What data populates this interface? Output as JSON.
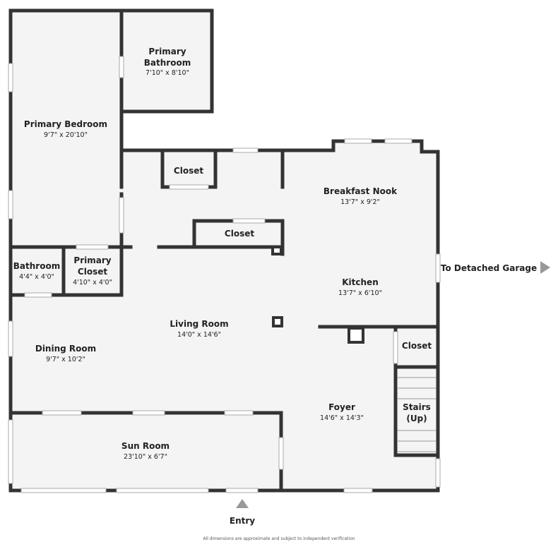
{
  "rooms": [
    {
      "name": "Primary Bedroom",
      "dim": "9'7\" x 20'10\""
    },
    {
      "name1": "Primary",
      "name2": "Bathroom",
      "dim": "7'10\" x 8'10\""
    },
    {
      "name": "Closet"
    },
    {
      "name": "Breakfast Nook",
      "dim": "13'7\" x 9'2\""
    },
    {
      "name": "Closet"
    },
    {
      "name": "Bathroom",
      "dim": "4'4\" x 4'0\""
    },
    {
      "name1": "Primary",
      "name2": "Closet",
      "dim": "4'10\" x 4'0\""
    },
    {
      "name": "Kitchen",
      "dim": "13'7\" x 6'10\""
    },
    {
      "name": "Living Room",
      "dim": "14'0\" x 14'6\""
    },
    {
      "name": "Dining Room",
      "dim": "9'7\" x 10'2\""
    },
    {
      "name": "Closet"
    },
    {
      "name": "Foyer",
      "dim": "14'6\" x 14'3\""
    },
    {
      "name1": "Stairs",
      "name2": "(Up)"
    },
    {
      "name": "Sun Room",
      "dim": "23'10\" x 6'7\""
    }
  ],
  "garage_label": "To Detached Garage",
  "entry_label": "Entry",
  "disclaimer": "All dimensions are approximate and subject to independent verification",
  "colors": {
    "wall": "#333333",
    "floor": "#f4f4f4",
    "arrow": "#999999"
  }
}
